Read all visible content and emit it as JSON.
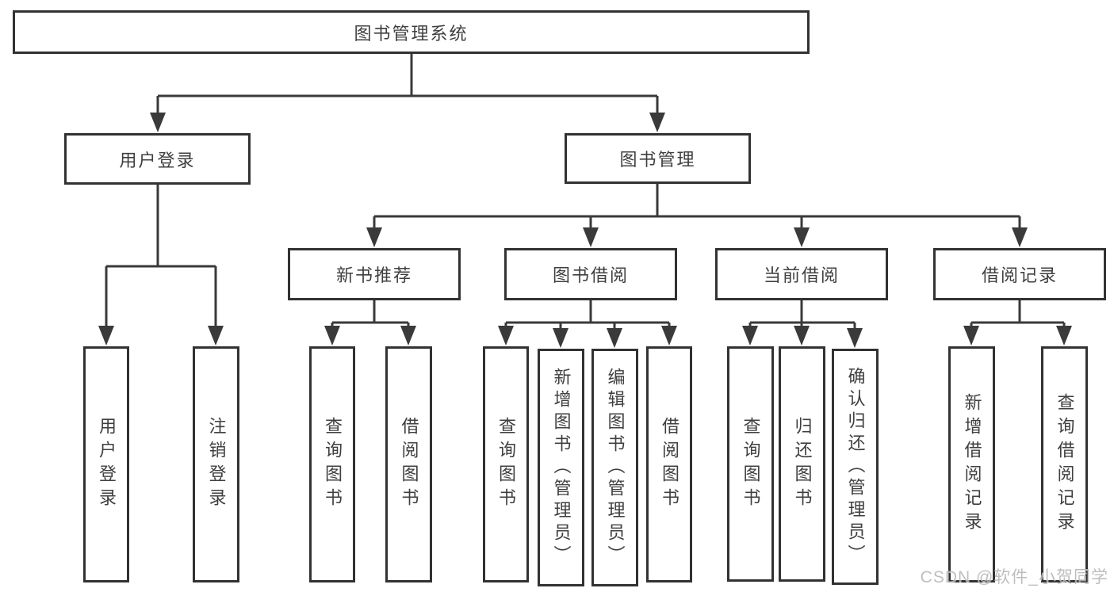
{
  "nodes": {
    "root": "图书管理系统",
    "l2": [
      "用户登录",
      "图书管理"
    ],
    "l3": [
      "新书推荐",
      "图书借阅",
      "当前借阅",
      "借阅记录"
    ],
    "leaves": {
      "login": [
        "用户登录",
        "注销登录"
      ],
      "recommend": [
        "查询图书",
        "借阅图书"
      ],
      "borrow": [
        "查询图书",
        "新增图书（管理员）",
        "编辑图书（管理员）",
        "借阅图书"
      ],
      "current": [
        "查询图书",
        "归还图书",
        "确认归还（管理员）"
      ],
      "records": [
        "新增借阅记录",
        "查询借阅记录"
      ]
    }
  },
  "watermark": "CSDN @软件_小贺同学",
  "colors": {
    "line": "#3a3a3a",
    "text": "#3f3f3f",
    "watermark": "#b8b8b8"
  }
}
